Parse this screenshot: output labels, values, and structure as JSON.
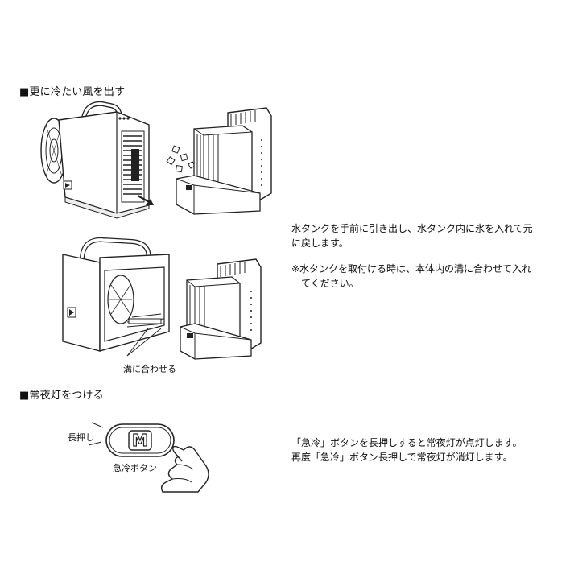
{
  "section1": {
    "heading": "■更に冷たい風を出す",
    "instruction_line1": "水タンクを手前に引き出し、水タンク内に氷を入れて元",
    "instruction_line2": "に戻します。",
    "note_line1": "※水タンクを取付ける時は、本体内の溝に合わせて入れ",
    "note_line2": "てください。",
    "groove_label": "溝に合わせる"
  },
  "section2": {
    "heading": "■常夜灯をつける",
    "long_press_label": "長押し",
    "button_letter": "M",
    "button_caption": "急冷ボタン",
    "instruction_line1": "「急冷」ボタンを長押しすると常夜灯が点灯します。",
    "instruction_line2": "再度「急冷」ボタン長押しで常夜灯が消灯します。"
  },
  "icons": [
    "fan-unit-icon",
    "water-tank-icon",
    "ice-cubes-icon",
    "pull-arrow-icon",
    "hand-press-icon",
    "button-m-icon"
  ]
}
